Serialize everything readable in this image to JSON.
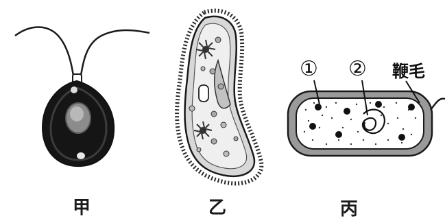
{
  "figure": {
    "panels": [
      {
        "id": "jia",
        "caption": "甲"
      },
      {
        "id": "yi",
        "caption": "乙"
      },
      {
        "id": "bing",
        "caption": "丙"
      }
    ],
    "callouts": {
      "part1": "①",
      "part2": "②",
      "flagellum": "鞭毛"
    },
    "colors": {
      "ink": "#1a1a1a",
      "dark_fill": "#151515",
      "light_gray": "#cfcfcf",
      "mid_gray": "#8c8c8c"
    }
  }
}
